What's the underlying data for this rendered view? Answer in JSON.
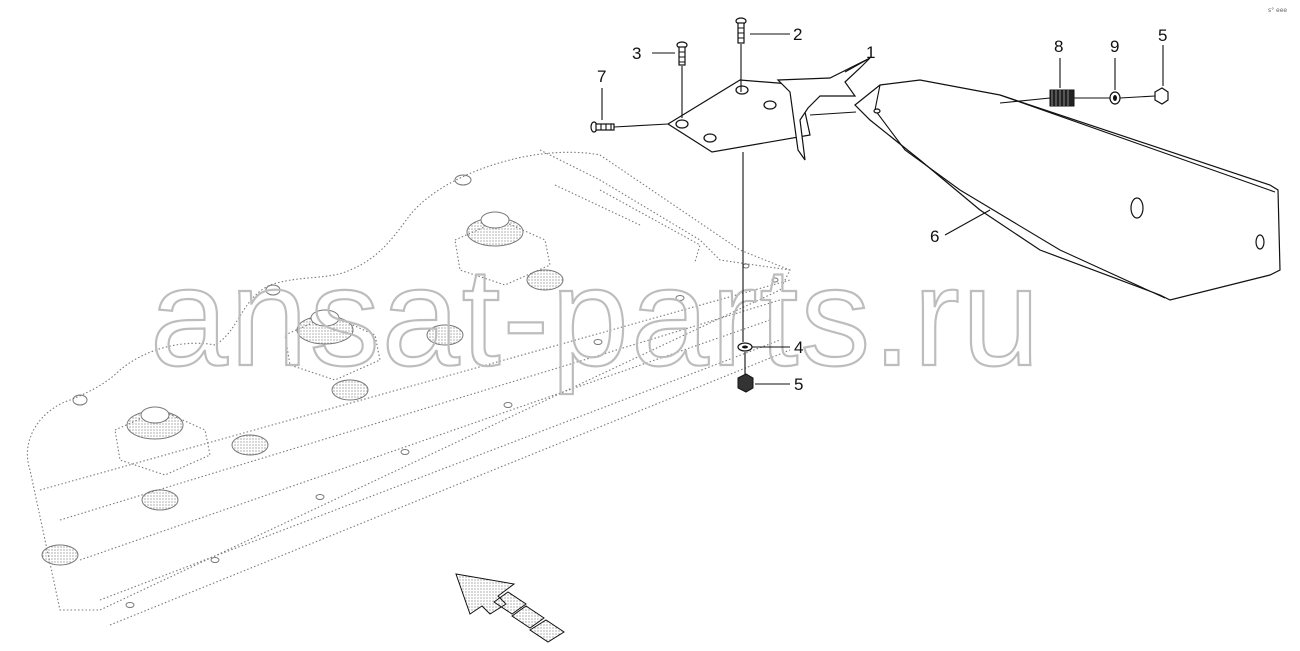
{
  "watermark": "ansat-parts.ru",
  "corner_mark": "s° eee",
  "callouts": [
    {
      "id": "1",
      "text": "1"
    },
    {
      "id": "2",
      "text": "2"
    },
    {
      "id": "3",
      "text": "3"
    },
    {
      "id": "4",
      "text": "4"
    },
    {
      "id": "5a",
      "text": "5"
    },
    {
      "id": "5b",
      "text": "5"
    },
    {
      "id": "6",
      "text": "6"
    },
    {
      "id": "7",
      "text": "7"
    },
    {
      "id": "8",
      "text": "8"
    },
    {
      "id": "9",
      "text": "9"
    }
  ]
}
